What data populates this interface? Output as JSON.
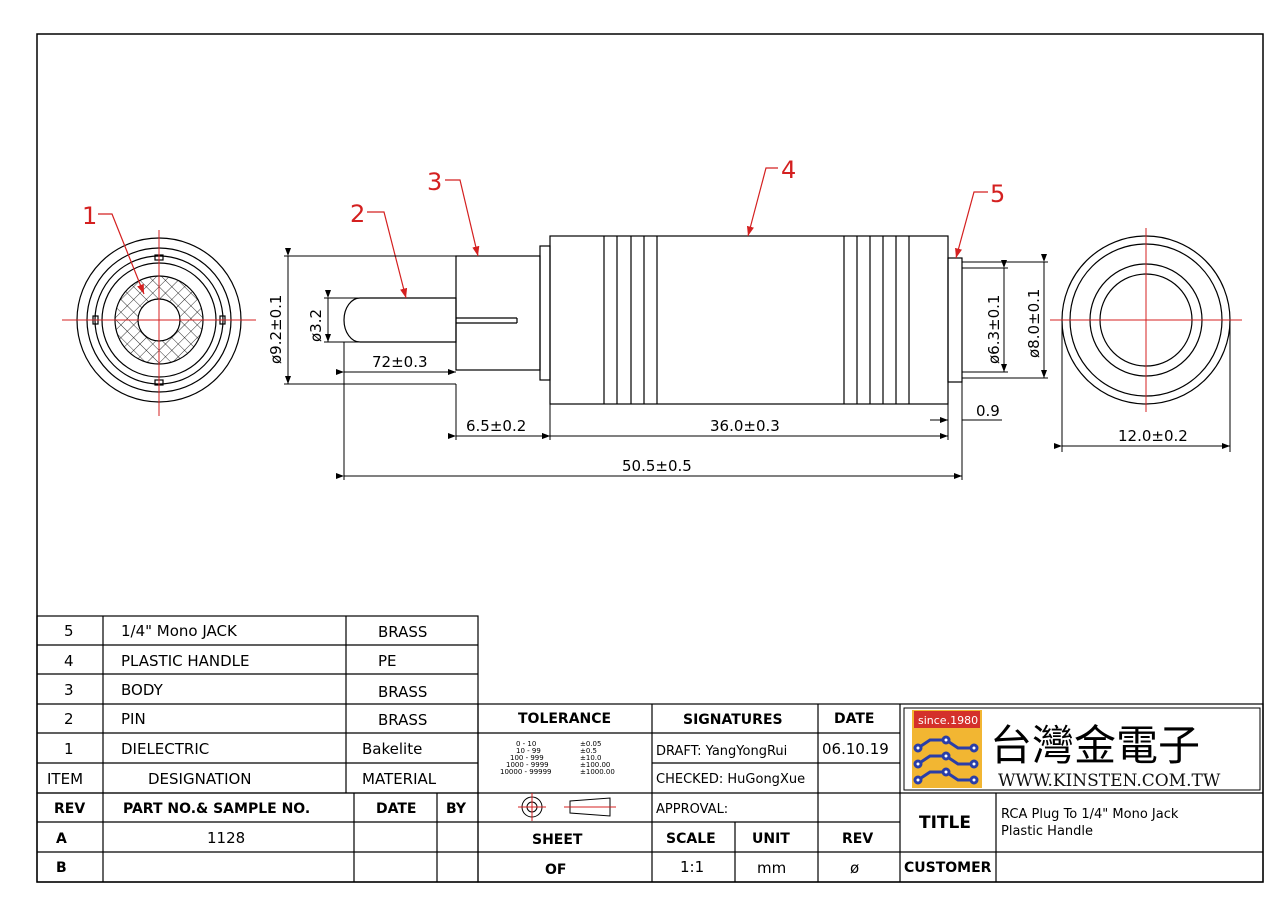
{
  "drawing": {
    "balloons": [
      "1",
      "2",
      "3",
      "4",
      "5"
    ],
    "dimensions": {
      "d_pin_holder": "ø9.2±0.1",
      "d_pin": "ø3.2",
      "pin_length": "72±0.3",
      "body_len": "6.5±0.2",
      "handle_len": "36.0±0.3",
      "total_len": "50.5±0.5",
      "jack_step": "0.9",
      "d_jack_inner": "ø6.3±0.1",
      "d_jack_outer": "ø8.0±0.1",
      "end_dia": "12.0±0.2"
    }
  },
  "bom": {
    "rows": [
      {
        "item": "5",
        "designation": "1/4\"  Mono  JACK",
        "material": "BRASS"
      },
      {
        "item": "4",
        "designation": "PLASTIC  HANDLE",
        "material": "PE"
      },
      {
        "item": "3",
        "designation": "BODY",
        "material": "BRASS"
      },
      {
        "item": "2",
        "designation": "PIN",
        "material": "BRASS"
      },
      {
        "item": "1",
        "designation": "DIELECTRIC",
        "material": "Bakelite"
      }
    ],
    "header": {
      "item": "ITEM",
      "designation": "DESIGNATION",
      "material": "MATERIAL"
    }
  },
  "revisions": {
    "header": {
      "rev": "REV",
      "part": "PART NO.& SAMPLE NO.",
      "date": "DATE",
      "by": "BY"
    },
    "rows": [
      {
        "rev": "A",
        "part": "1128",
        "date": "",
        "by": ""
      },
      {
        "rev": "B",
        "part": "",
        "date": "",
        "by": ""
      }
    ]
  },
  "tolerance": {
    "title": "TOLERANCE",
    "rows": [
      {
        "range": "0 - 10",
        "tol": "±0.05"
      },
      {
        "range": "10 - 99",
        "tol": "±0.5"
      },
      {
        "range": "100 - 999",
        "tol": "±10.0"
      },
      {
        "range": "1000 - 9999",
        "tol": "±100.00"
      },
      {
        "range": "10000 - 99999",
        "tol": "±1000.00"
      }
    ]
  },
  "signatures": {
    "title": "SIGNATURES",
    "date_title": "DATE",
    "draft": "DRAFT: YangYongRui",
    "checked": "CHECKED: HuGongXue",
    "approval": "APPROVAL:",
    "date": "06.10.19"
  },
  "sheet_info": {
    "sheet": "SHEET",
    "of": "OF",
    "scale_label": "SCALE",
    "unit_label": "UNIT",
    "rev_label": "REV",
    "scale": "1:1",
    "unit": "mm",
    "rev": "ø"
  },
  "company": {
    "since": "since.1980",
    "chinese_name": "台灣金電子",
    "url": "WWW.KINSTEN.COM.TW"
  },
  "title_block": {
    "title_label": "TITLE",
    "title_line1": "RCA  Plug  To  1/4\"  Mono  Jack",
    "title_line2": "Plastic  Handle",
    "customer_label": "CUSTOMER",
    "customer": ""
  },
  "colors": {
    "line": "#000000",
    "centerline": "#d42020",
    "balloon": "#d42020",
    "logo_bg": "#f2b632",
    "logo_since": "#d4302a",
    "logo_dot": "#2a3ea8"
  }
}
